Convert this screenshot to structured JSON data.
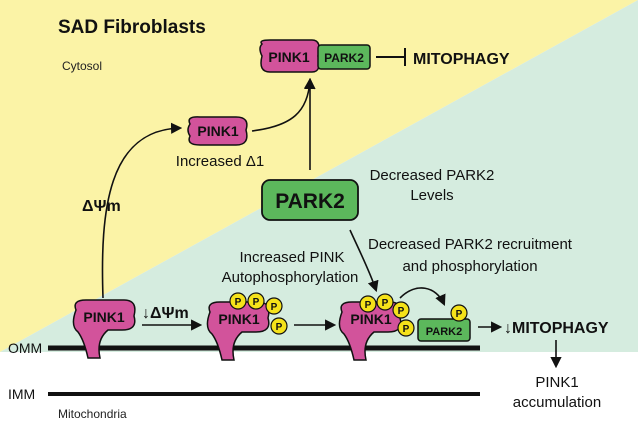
{
  "title": "SAD Fibroblasts",
  "regions": {
    "cytosol": "Cytosol",
    "mitochondria": "Mitochondria",
    "omm": "OMM",
    "imm": "IMM"
  },
  "proteins": {
    "pink1": "PINK1",
    "park2": "PARK2",
    "phospho": "P"
  },
  "labels": {
    "mitophagy_top": "MITOPHAGY",
    "increased_delta": "Increased Δ1",
    "delta_psi_m": "ΔΨm",
    "down_delta_psi_m": "↓ΔΨm",
    "decreased_park2_line1": "Decreased PARK2",
    "decreased_park2_line2": "Levels",
    "increased_pink_line1": "Increased PINK",
    "increased_pink_line2": "Autophosphorylation",
    "decreased_recruit_line1": "Decreased PARK2 recruitment",
    "decreased_recruit_line2": "and phosphorylation",
    "mitophagy_bottom": "↓MITOPHAGY",
    "accumulation_line1": "PINK1",
    "accumulation_line2": "accumulation"
  },
  "colors": {
    "cytosol_bg": "#fbf3a6",
    "mito_bg": "#d5ecdf",
    "pink1_fill": "#d2539b",
    "park2_fill": "#5cb85c",
    "phospho_fill": "#f5e21a"
  }
}
